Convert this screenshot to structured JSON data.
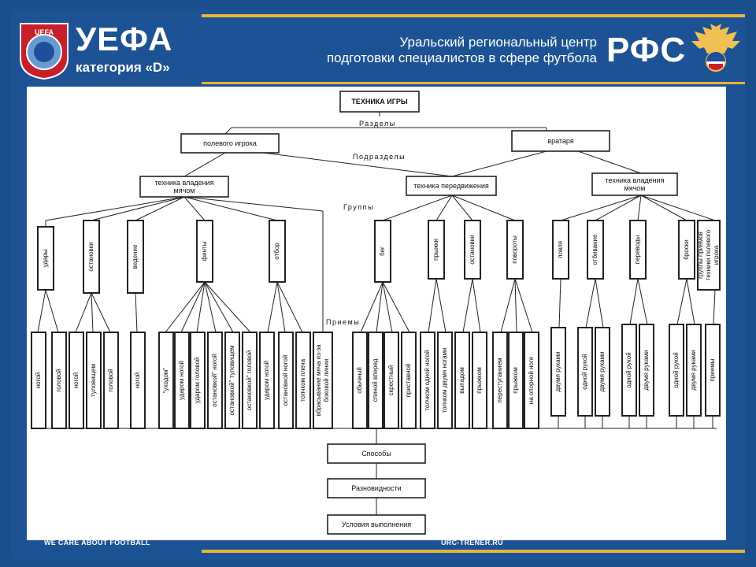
{
  "header": {
    "brand": "УЕФА",
    "brand_sub": "категория «D»",
    "center_line1": "Уральский региональный центр",
    "center_line2": "подготовки специалистов в сфере футбола",
    "federation": "РФС",
    "uefa_logo_text": "UEFA"
  },
  "footer": {
    "left": "WE CARE ABOUT FOOTBALL",
    "right": "URC-TRENER.RU"
  },
  "diagram": {
    "root": "ТЕХНИКА ИГРЫ",
    "level_labels": {
      "sections": "Разделы",
      "subsections": "Подразделы",
      "groups": "Группы",
      "techniques": "Приемы"
    },
    "sections": [
      "полевого игрока",
      "вратаря"
    ],
    "subsections": [
      "техника владения мячом",
      "техника передвижения",
      "техника владения мячом"
    ],
    "groups": [
      "удары",
      "остановки",
      "ведение",
      "финты",
      "отбор",
      "бег",
      "прыжки",
      "остановки",
      "повороты",
      "ловля",
      "отбивание",
      "переводы",
      "броски",
      "группы приемов техники полевого игрока"
    ],
    "techniques": [
      "ногой",
      "головой",
      "ногой",
      "туловищем",
      "головой",
      "ногой",
      "\"уходом\"",
      "ударом ногой",
      "ударом головой",
      "остановкой\" ногой",
      "остановкой\" туловищем",
      "остановкой\" головой",
      "ударом ногой",
      "остановкой ногой",
      "толчком плеча",
      "вбрасывание мяча из-за боковой линии",
      "обычный",
      "спиной вперед",
      "скрестный",
      "приставной",
      "толчком одной ногой",
      "толчком двумя ногами",
      "выпадом",
      "прыжком",
      "переступанием",
      "прыжком",
      "на опорной ноге",
      "двумя руками",
      "одной рукой",
      "двумя руками",
      "одной рукой",
      "двумя руками",
      "одной рукой",
      "двумя руками",
      "приемы"
    ],
    "bottom": [
      "Способы",
      "Разновидности",
      "Условия выполнения"
    ]
  }
}
